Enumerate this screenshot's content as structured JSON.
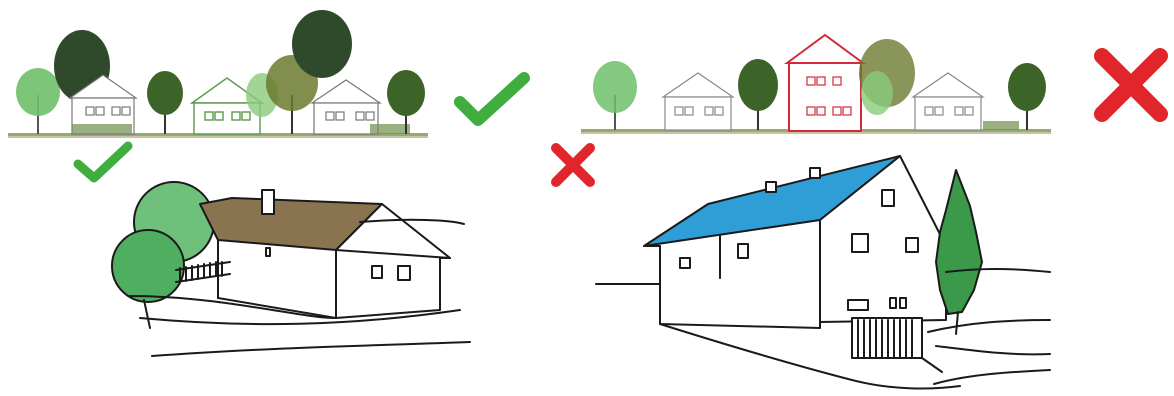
{
  "figure": {
    "panels": [
      {
        "id": "street-good",
        "verdict": "suitable"
      },
      {
        "id": "street-bad",
        "verdict": "unsuitable"
      },
      {
        "id": "house-good",
        "verdict": "suitable"
      },
      {
        "id": "house-bad",
        "verdict": "unsuitable"
      }
    ],
    "colors": {
      "check": "#3fae3f",
      "cross": "#e0262b",
      "tree_dark": "#2f4a2a",
      "tree_mid": "#4f7a35",
      "tree_light": "#6fbf6a",
      "roof_good": "#8a7450",
      "roof_bad": "#2f9ed6",
      "red_house": "#d22a3a",
      "ground": "#8fae6a",
      "line": "#1a1a1a"
    },
    "icons": [
      "check-icon",
      "cross-icon",
      "tree-icon",
      "house-icon"
    ]
  }
}
